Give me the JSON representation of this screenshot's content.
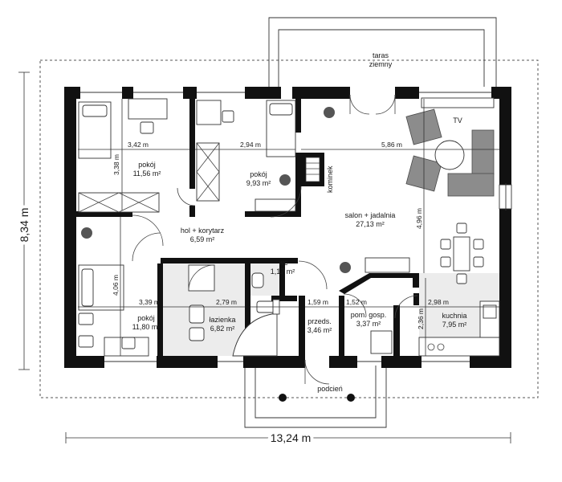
{
  "labels": {
    "terrace_line1": "taras",
    "terrace_line2": "ziemny",
    "porch": "podcień",
    "fireplace": "kominek",
    "tv": "TV"
  },
  "rooms": {
    "bedroom_nw": {
      "name": "pokój",
      "area": "11,56 m²"
    },
    "bedroom_n": {
      "name": "pokój",
      "area": "9,93 m²"
    },
    "hall": {
      "name": "hol + korytarz",
      "area": "6,59 m²"
    },
    "living": {
      "name": "salon + jadalnia",
      "area": "27,13 m²"
    },
    "wc": {
      "name": "wc",
      "area": "1,17 m²"
    },
    "bedroom_sw": {
      "name": "pokój",
      "area": "11,80 m²"
    },
    "bathroom": {
      "name": "łazienka",
      "area": "6,82 m²"
    },
    "vestibule": {
      "name": "przeds.",
      "area": "3,46 m²"
    },
    "utility": {
      "name": "pom. gosp.",
      "area": "3,37 m²"
    },
    "kitchen": {
      "name": "kuchnia",
      "area": "7,95 m²"
    }
  },
  "dimensions": {
    "bedroom_nw_width": "3,42 m",
    "bedroom_nw_depth": "3,38 m",
    "bedroom_n_width": "2,94 m",
    "living_width": "5,86 m",
    "living_depth": "4,96 m",
    "bedroom_sw_depth": "4,06 m",
    "bedroom_sw_width": "3,39 m",
    "bathroom_width": "2,79 m",
    "vestibule_width": "1,59 m",
    "utility_width": "1,52 m",
    "kitchen_width": "2,98 m",
    "kitchen_depth": "2,36 m",
    "overall_width": "13,24 m",
    "overall_depth": "8,34 m"
  }
}
